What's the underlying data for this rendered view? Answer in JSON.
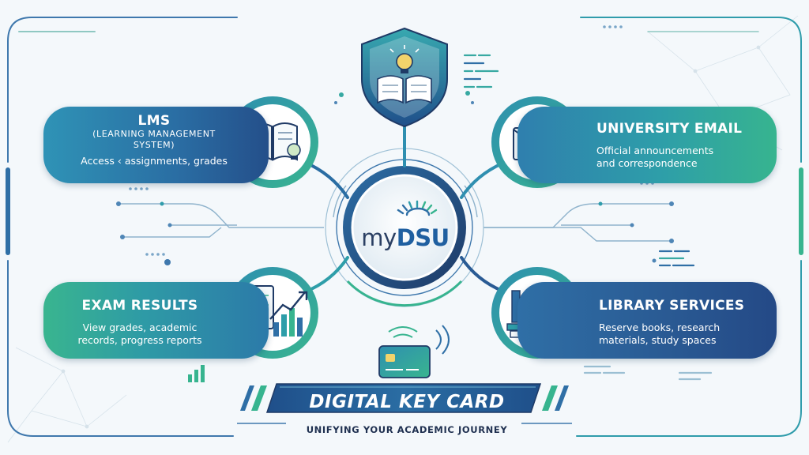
{
  "center": {
    "logo_prefix": "my",
    "logo_main": "DSU"
  },
  "nodes": {
    "lms": {
      "title": "LMS",
      "subtitle": "(Learning Management\nSystem)",
      "description": "Access ‹ assignments, grades",
      "icon": "open-book-lightbulb-icon"
    },
    "email": {
      "title": "University Email",
      "description": "Official announcements\nand correspondence",
      "icon": "envelope-check-icon"
    },
    "exam": {
      "title": "Exam Results",
      "description": "View grades, academic\nrecords, progress reports",
      "icon": "report-chart-icon"
    },
    "library": {
      "title": "Library Services",
      "description": "Reserve books, research\nmaterials, study spaces",
      "icon": "books-magnifier-icon"
    }
  },
  "top_icon": "shield-book-lightbulb-icon",
  "card_icon": "contactless-card-icon",
  "banner": {
    "title": "DIGITAL KEY CARD",
    "subtitle": "UNIFYING YOUR ACADEMIC JOURNEY"
  },
  "colors": {
    "navy": "#1f3a66",
    "blue": "#2a6da3",
    "teal": "#2e9ea9",
    "green": "#37b48f",
    "background": "#f4f8fb"
  }
}
